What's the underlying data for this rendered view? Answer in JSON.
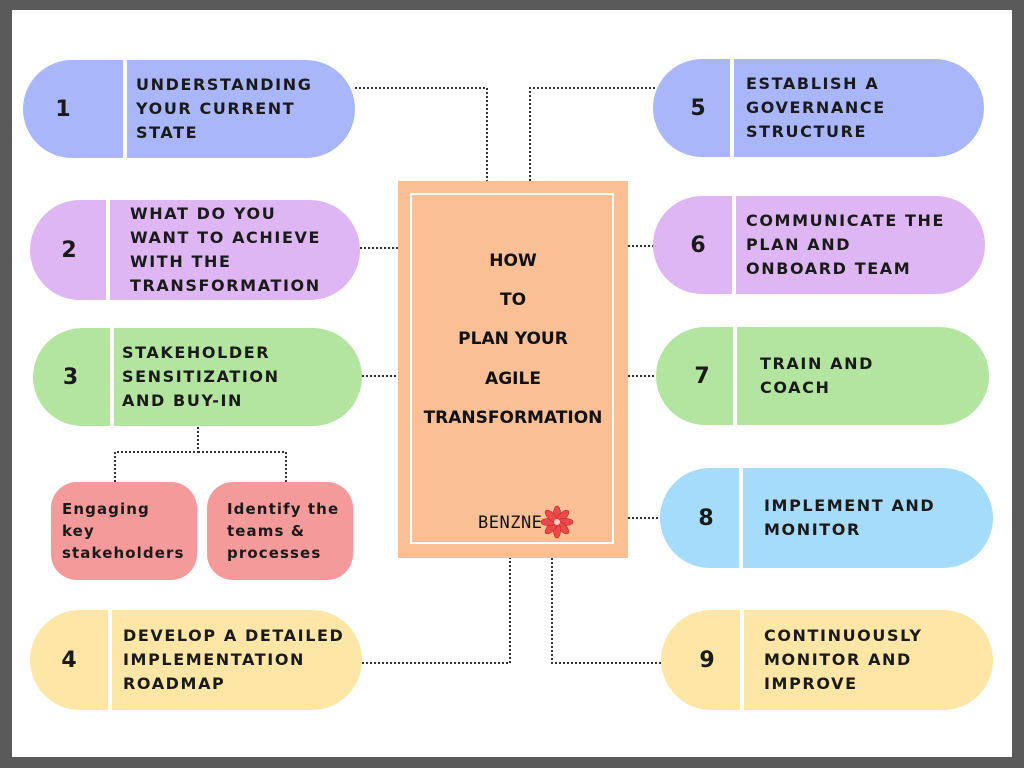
{
  "center": {
    "title_lines": [
      "HOW",
      "TO",
      "PLAN YOUR",
      "AGILE",
      "TRANSFORMATION"
    ],
    "brand": "BENZNE",
    "brand_icon": "lotus-flower-icon"
  },
  "steps": [
    {
      "number": "1",
      "text": "UNDERSTANDING\nYOUR CURRENT\nSTATE",
      "color": "#a9b6f9"
    },
    {
      "number": "2",
      "text": "WHAT DO YOU\nWANT TO ACHIEVE\nWITH THE\nTRANSFORMATION",
      "color": "#deb6f3"
    },
    {
      "number": "3",
      "text": "STAKEHOLDER\nSENSITIZATION\nAND BUY-IN",
      "color": "#b3e5a0"
    },
    {
      "number": "4",
      "text": "DEVELOP A DETAILED\nIMPLEMENTATION\nROADMAP",
      "color": "#fde6a6"
    },
    {
      "number": "5",
      "text": "ESTABLISH A\nGOVERNANCE\nSTRUCTURE",
      "color": "#a9b6f9"
    },
    {
      "number": "6",
      "text": "COMMUNICATE THE\nPLAN AND\nONBOARD TEAM",
      "color": "#deb6f3"
    },
    {
      "number": "7",
      "text": "TRAIN AND\nCOACH",
      "color": "#b3e5a0"
    },
    {
      "number": "8",
      "text": "IMPLEMENT AND\nMONITOR",
      "color": "#a6dcfb"
    },
    {
      "number": "9",
      "text": "CONTINUOUSLY\nMONITOR AND\nIMPROVE",
      "color": "#fde6a6"
    }
  ],
  "substeps": [
    {
      "text": "Engaging\nkey\nstakeholders",
      "color": "#f59a9a"
    },
    {
      "text": "Identify the\nteams &\nprocesses",
      "color": "#f59a9a"
    }
  ]
}
